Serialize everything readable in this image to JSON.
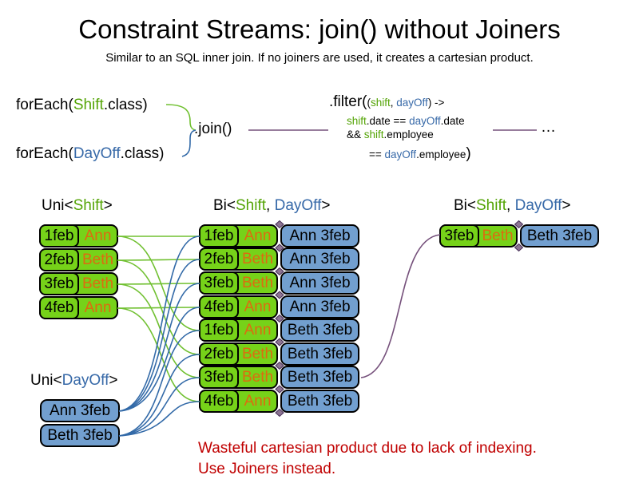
{
  "slide": {
    "title": "Constraint Streams: join() without Joiners",
    "subtitle": "Similar to an SQL inner join. If no joiners are used, it creates a cartesian product."
  },
  "code": {
    "foreach_shift": {
      "fn": "forEach(",
      "arg": "Shift",
      "end": ".class)"
    },
    "foreach_dayoff": {
      "fn": "forEach(",
      "arg": "DayOff",
      "end": ".class)"
    },
    "join": ".join()",
    "filter": {
      "open": ".filter(",
      "paren": "(",
      "arg1": "shift",
      "comma": ", ",
      "arg2": "dayOff",
      "arrow": ") ->",
      "l2a": "shift",
      "l2b": ".date == ",
      "l2c": "dayOff",
      "l2d": ".date",
      "l3a": "&& ",
      "l3b": "shift",
      "l3c": ".employee",
      "l4a": "== ",
      "l4b": "dayOff",
      "l4c": ".employee",
      "close": ")"
    },
    "ellipsis": "…"
  },
  "labels": {
    "uni_shift": {
      "pre": "Uni<",
      "type1": "Shift",
      "post": ">"
    },
    "bi_mid": {
      "pre": "Bi<",
      "type1": "Shift",
      "sep": ", ",
      "type2": "DayOff",
      "post": ">"
    },
    "bi_right": {
      "pre": "Bi<",
      "type1": "Shift",
      "sep": ", ",
      "type2": "DayOff",
      "post": ">"
    },
    "uni_dayoff": {
      "pre": "Uni<",
      "type1": "DayOff",
      "post": ">"
    }
  },
  "shift_table": {
    "rows": [
      {
        "date": "1feb",
        "employee": "Ann"
      },
      {
        "date": "2feb",
        "employee": "Beth"
      },
      {
        "date": "3feb",
        "employee": "Beth"
      },
      {
        "date": "4feb",
        "employee": "Ann"
      }
    ]
  },
  "dayoff_table": {
    "rows": [
      {
        "label": "Ann 3feb"
      },
      {
        "label": "Beth 3feb"
      }
    ]
  },
  "joined_table": {
    "rows": [
      {
        "date": "1feb",
        "employee": "Ann",
        "dayoff": "Ann 3feb"
      },
      {
        "date": "2feb",
        "employee": "Beth",
        "dayoff": "Ann 3feb"
      },
      {
        "date": "3feb",
        "employee": "Beth",
        "dayoff": "Ann 3feb"
      },
      {
        "date": "4feb",
        "employee": "Ann",
        "dayoff": "Ann 3feb"
      },
      {
        "date": "1feb",
        "employee": "Ann",
        "dayoff": "Beth 3feb"
      },
      {
        "date": "2feb",
        "employee": "Beth",
        "dayoff": "Beth 3feb"
      },
      {
        "date": "3feb",
        "employee": "Beth",
        "dayoff": "Beth 3feb"
      },
      {
        "date": "4feb",
        "employee": "Ann",
        "dayoff": "Beth 3feb"
      }
    ]
  },
  "result_table": {
    "rows": [
      {
        "date": "3feb",
        "employee": "Beth",
        "dayoff": "Beth 3feb"
      }
    ]
  },
  "warning": {
    "line1": "Wasteful cartesian product due to lack of indexing.",
    "line2": "Use Joiners instead."
  },
  "colors": {
    "shift_green": "#76d219",
    "dayoff_blue": "#729fcf",
    "employee_orange": "#dd6b10",
    "type_green": "#54a406",
    "type_blue": "#3769a8",
    "warning_red": "#c00000",
    "line_green": "#70c030",
    "line_blue": "#336aa8",
    "line_purple": "#75507b"
  }
}
